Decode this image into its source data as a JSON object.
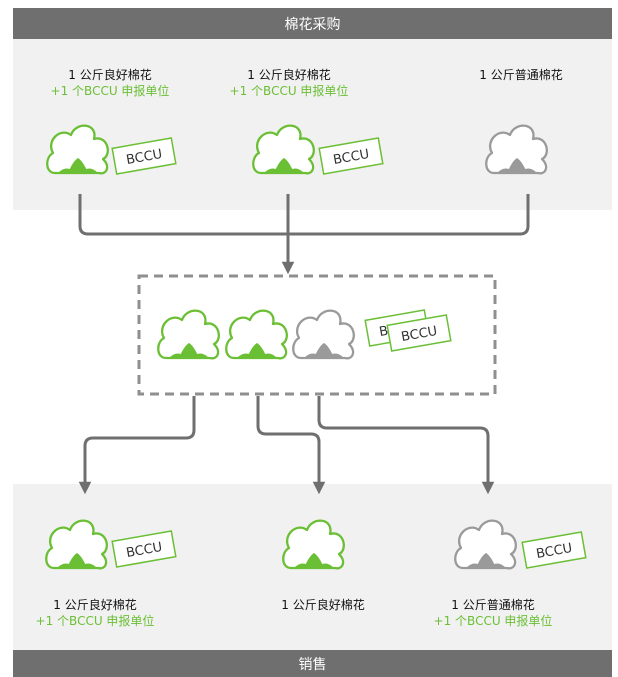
{
  "header": {
    "title": "棉花采购"
  },
  "footer": {
    "title": "销售"
  },
  "sources": [
    {
      "line1": "1 公斤良好棉花",
      "line2": "+1 个BCCU 申报单位"
    },
    {
      "line1": "1 公斤良好棉花",
      "line2": "+1 个BCCU 申报单位"
    },
    {
      "line1": "1 公斤普通棉花",
      "line2": ""
    }
  ],
  "outputs": [
    {
      "line1": "1 公斤良好棉花",
      "line2": "+1 个BCCU 申报单位"
    },
    {
      "line1": "1 公斤良好棉花",
      "line2": ""
    },
    {
      "line1": "1 公斤普通棉花",
      "line2": "+1 个BCCU 申报单位"
    }
  ],
  "tag_text": "BCCU",
  "colors": {
    "green": "#6bbf35",
    "gray_icon": "#9a9a9a",
    "connector": "#6f6f6f",
    "panel": "#f1f1f1",
    "bar": "#6f6f6f"
  },
  "icons": [
    "cotton-boll-good-icon",
    "cotton-boll-conventional-icon",
    "bccu-tag-icon"
  ]
}
